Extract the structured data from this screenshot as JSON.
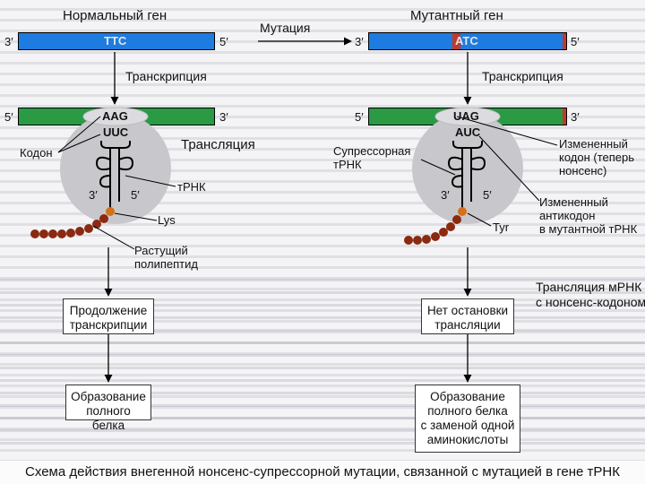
{
  "left": {
    "title": "Нормальный ген",
    "codon_top": "TTC",
    "codon_mrna": "AAG",
    "anticodon": "UUC",
    "lbl_transcription": "Транскрипция",
    "lbl_translation": "Трансляция",
    "lbl_codon": "Кодон",
    "lbl_trna": "тРНК",
    "lbl_lys": "Lys",
    "lbl_polypeptide": [
      "Растущий",
      "полипептид"
    ],
    "box1": [
      "Продолжение",
      "транскрипции"
    ],
    "box2": [
      "Образование",
      "полного белка"
    ]
  },
  "right": {
    "title": "Мутантный ген",
    "codon_top": "ATC",
    "codon_mrna": "UAG",
    "anticodon": "AUC",
    "lbl_transcription": "Транскрипция",
    "lbl_suppressor": [
      "Супрессорная",
      "тРНК"
    ],
    "lbl_changed_codon": [
      "Измененный",
      "кодон (теперь",
      "нонсенс)"
    ],
    "lbl_changed_anticodon": [
      "Измененный",
      "антикодон",
      "в мутантной тРНК"
    ],
    "lbl_tyr": "Tyr",
    "box1": [
      "Нет остановки",
      "трансляции"
    ],
    "box2": [
      "Образование",
      "полного белка",
      "с заменой одной",
      "аминокислоты"
    ],
    "side_label": [
      "Трансляция мРНК",
      "с нонсенс-кодоном"
    ]
  },
  "mutation": "Мутация",
  "ends": {
    "three": "3′",
    "five": "5′"
  },
  "caption": "Схема действия внегенной нонсенс-супрессорной мутации, связанной с мутацией в гене тРНК",
  "colors": {
    "dna": "#1e7be0",
    "mrna": "#2a9a45",
    "mutated": "#c0392b",
    "ribosome": "#c8c8cc",
    "peptide": "#8b2a10"
  }
}
